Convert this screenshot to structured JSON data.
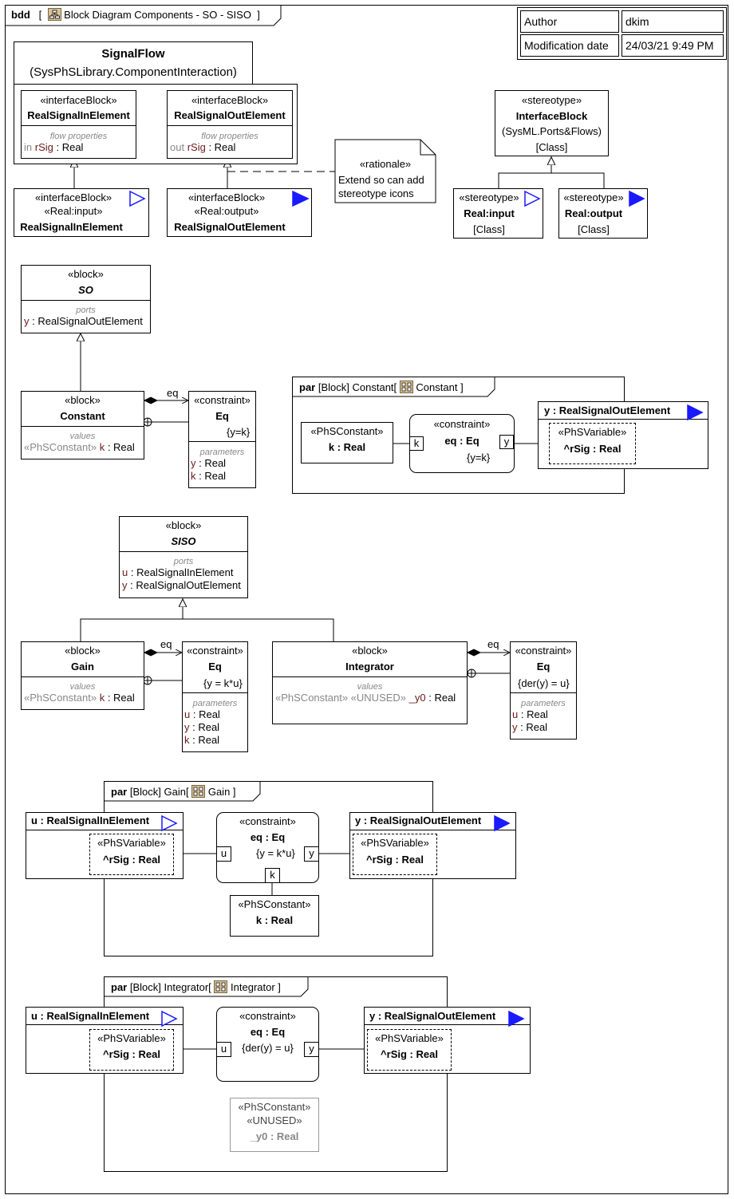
{
  "diagram": {
    "kind": "bdd",
    "name": "Block Diagram Components - SO - SISO",
    "info_table": {
      "author_label": "Author",
      "author_value": "dkim",
      "date_label": "Modification date",
      "date_value": "24/03/21 9:49 PM"
    }
  },
  "signalflow": {
    "title": "SignalFlow",
    "subtitle": "(SysPhSLibrary.ComponentInteraction)",
    "in_block": {
      "stereotype": "«interfaceBlock»",
      "name": "RealSignalInElement",
      "section": "flow properties",
      "dir": "in",
      "prop": "rSig",
      "type": " : Real"
    },
    "out_block": {
      "stereotype": "«interfaceBlock»",
      "name": "RealSignalOutElement",
      "section": "flow properties",
      "dir": "out",
      "prop": "rSig",
      "type": " : Real"
    },
    "real_input": {
      "stereotype": "«interfaceBlock»",
      "stereotype2": "«Real:input»",
      "name": "RealSignalInElement"
    },
    "real_output": {
      "stereotype": "«interfaceBlock»",
      "stereotype2": "«Real:output»",
      "name": "RealSignalOutElement"
    }
  },
  "rationale": {
    "stereotype": "«rationale»",
    "line1": "Extend so can add",
    "line2": "stereotype icons"
  },
  "stereotypes": {
    "interface_block": {
      "stereotype": "«stereotype»",
      "name": "InterfaceBlock",
      "owner": "(SysML.Ports&Flows)",
      "meta": "[Class]"
    },
    "real_input": {
      "stereotype": "«stereotype»",
      "name": "Real:input",
      "meta": "[Class]"
    },
    "real_output": {
      "stereotype": "«stereotype»",
      "name": "Real:output",
      "meta": "[Class]"
    }
  },
  "so_block": {
    "stereotype": "«block»",
    "name": "SO",
    "section": "ports",
    "port_name": "y",
    "port_type": " : RealSignalOutElement"
  },
  "constant_block": {
    "stereotype": "«block»",
    "name": "Constant",
    "section": "values",
    "value_stereo": "«PhSConstant»",
    "value_name": " k",
    "value_type": " : Real"
  },
  "constant_eq": {
    "stereotype": "«constraint»",
    "name": "Eq",
    "expr": "{y=k}",
    "section": "parameters",
    "params": [
      {
        "n": "y",
        "t": " : Real"
      },
      {
        "n": "k",
        "t": " : Real"
      }
    ],
    "assoc_label": "eq"
  },
  "par_constant": {
    "kind": "par",
    "meta": "[Block]",
    "name": "Constant",
    "ctx": "Constant",
    "phsconst": {
      "stereotype": "«PhSConstant»",
      "name": "k : Real"
    },
    "eq": {
      "stereotype": "«constraint»",
      "name": "eq : Eq",
      "expr": "{y=k}",
      "port_k": "k",
      "port_y": "y"
    },
    "out": {
      "name": "y : RealSignalOutElement",
      "var_stereo": "«PhSVariable»",
      "var_name": "^rSig : Real"
    }
  },
  "siso_block": {
    "stereotype": "«block»",
    "name": "SISO",
    "section": "ports",
    "ports": [
      {
        "n": "u",
        "t": " : RealSignalInElement"
      },
      {
        "n": "y",
        "t": " : RealSignalOutElement"
      }
    ]
  },
  "gain_block": {
    "stereotype": "«block»",
    "name": "Gain",
    "section": "values",
    "value_stereo": "«PhSConstant»",
    "value_name": " k",
    "value_type": " : Real"
  },
  "gain_eq": {
    "stereotype": "«constraint»",
    "name": "Eq",
    "expr": "{y = k*u}",
    "section": "parameters",
    "params": [
      {
        "n": "u",
        "t": " : Real"
      },
      {
        "n": "y",
        "t": " : Real"
      },
      {
        "n": "k",
        "t": " : Real"
      }
    ],
    "assoc_label": "eq"
  },
  "integrator_block": {
    "stereotype": "«block»",
    "name": "Integrator",
    "section": "values",
    "value_stereo": "«PhSConstant» «UNUSED»",
    "value_name": " _y0",
    "value_type": " : Real"
  },
  "integrator_eq": {
    "stereotype": "«constraint»",
    "name": "Eq",
    "expr": "{der(y) = u}",
    "section": "parameters",
    "params": [
      {
        "n": "u",
        "t": " : Real"
      },
      {
        "n": "y",
        "t": " : Real"
      }
    ],
    "assoc_label": "eq"
  },
  "par_gain": {
    "kind": "par",
    "meta": "[Block]",
    "name": "Gain",
    "ctx": "Gain",
    "in": {
      "name": "u : RealSignalInElement",
      "var_stereo": "«PhSVariable»",
      "var_name": "^rSig : Real"
    },
    "eq": {
      "stereotype": "«constraint»",
      "name": "eq : Eq",
      "expr": "{y = k*u}",
      "port_u": "u",
      "port_y": "y",
      "port_k": "k"
    },
    "out": {
      "name": "y : RealSignalOutElement",
      "var_stereo": "«PhSVariable»",
      "var_name": "^rSig : Real"
    },
    "phsconst": {
      "stereotype": "«PhSConstant»",
      "name": "k : Real"
    }
  },
  "par_integrator": {
    "kind": "par",
    "meta": "[Block]",
    "name": "Integrator",
    "ctx": "Integrator",
    "in": {
      "name": "u : RealSignalInElement",
      "var_stereo": "«PhSVariable»",
      "var_name": "^rSig : Real"
    },
    "eq": {
      "stereotype": "«constraint»",
      "name": "eq : Eq",
      "expr": "{der(y) = u}",
      "port_u": "u",
      "port_y": "y"
    },
    "out": {
      "name": "y : RealSignalOutElement",
      "var_stereo": "«PhSVariable»",
      "var_name": "^rSig : Real"
    },
    "phsconst": {
      "stereotype": "«PhSConstant»",
      "stereotype2": "«UNUSED»",
      "name": "_y0 : Real"
    }
  },
  "colors": {
    "flow_arrow": "#1a1aff",
    "grey_text": "#888888",
    "icon_fill": "#d8c39a"
  }
}
